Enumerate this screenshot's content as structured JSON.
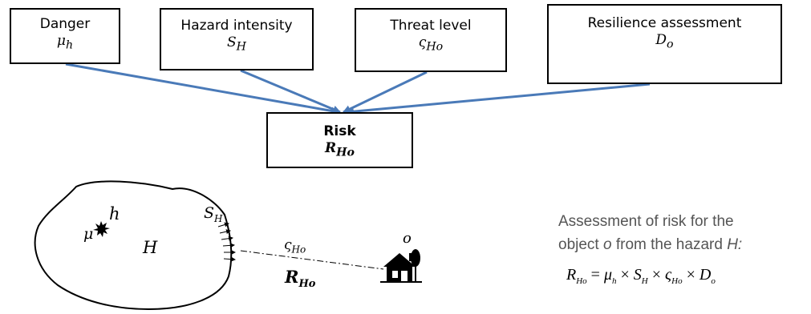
{
  "boxes": {
    "danger": {
      "label": "Danger",
      "symbol": "μ",
      "symbol_sub": "h"
    },
    "hazard": {
      "label": "Hazard intensity",
      "symbol": "S",
      "symbol_sub": "H"
    },
    "threat": {
      "label": "Threat level",
      "symbol": "ς",
      "symbol_sub": "Ho"
    },
    "resilience": {
      "label": "Resilience assessment",
      "symbol": "D",
      "symbol_sub": "o"
    },
    "risk": {
      "label": "Risk",
      "symbol": "R",
      "symbol_sub": "Ho"
    }
  },
  "scene": {
    "mu": "μ",
    "h": "h",
    "region": "H",
    "s_symbol": "S",
    "s_sub": "H",
    "threat_symbol": "ς",
    "threat_sub": "Ho",
    "object": "o",
    "risk_symbol": "R",
    "risk_sub": "Ho"
  },
  "assessment": {
    "line1": "Assessment of risk for the",
    "line2_pre": "object ",
    "line2_obj": "o",
    "line2_mid": " from the hazard ",
    "line2_hazard": "H:"
  },
  "formula": {
    "lhs": "R",
    "lhs_sub": "Ho",
    "t1": "μ",
    "t1_sub": "h",
    "t2": "S",
    "t2_sub": "H",
    "t3": "ς",
    "t3_sub": "Ho",
    "t4": "D",
    "t4_sub": "o",
    "eq": " = ",
    "times": " × "
  },
  "colors": {
    "arrow": "#4a7ab8",
    "box_border": "#000000",
    "text_gray": "#555555"
  }
}
